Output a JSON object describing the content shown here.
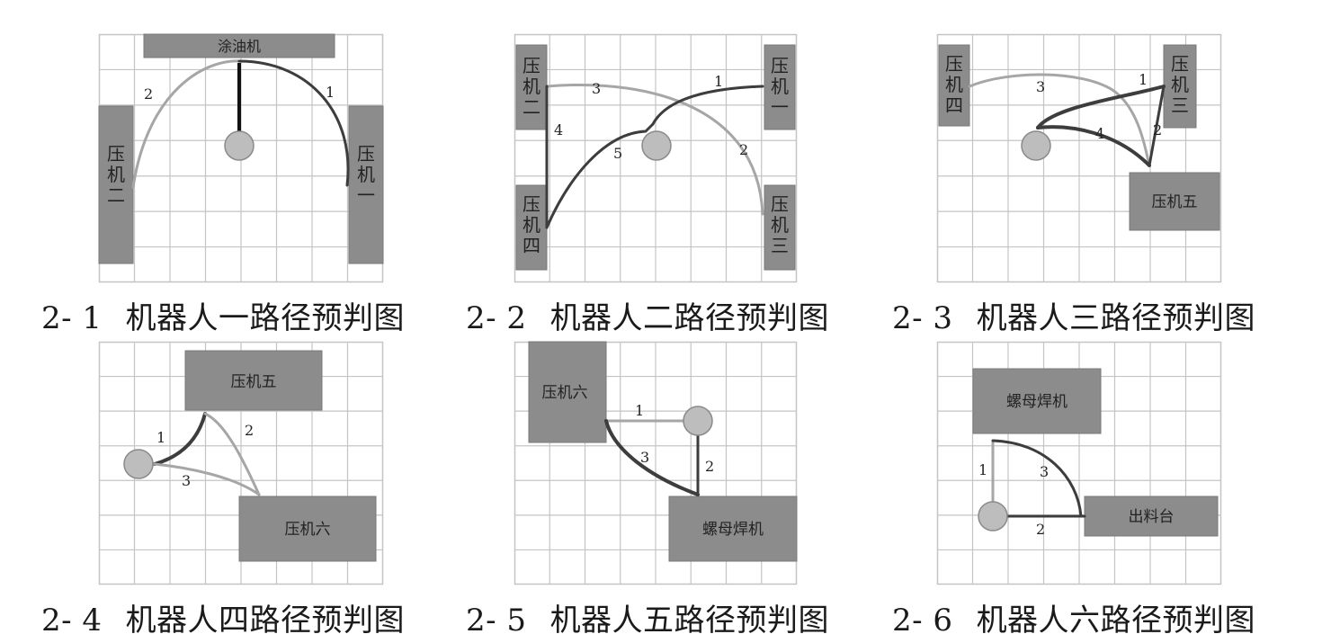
{
  "panels": [
    {
      "id": "2-1",
      "caption_num": "2- 1",
      "caption_text": "机器人一路径预判图",
      "machines": [
        {
          "label": "涂油机",
          "orient": "h",
          "color": "#8c8c8c"
        },
        {
          "label": "压机二",
          "orient": "v",
          "color": "#8c8c8c"
        },
        {
          "label": "压机一",
          "orient": "v",
          "color": "#8c8c8c"
        }
      ],
      "paths": [
        {
          "label": "1",
          "color": "#3d3d3d"
        },
        {
          "label": "2",
          "color": "#a6a6a6"
        }
      ]
    },
    {
      "id": "2-2",
      "caption_num": "2- 2",
      "caption_text": "机器人二路径预判图",
      "machines": [
        {
          "label": "压机二",
          "orient": "v",
          "color": "#8c8c8c"
        },
        {
          "label": "压机一",
          "orient": "v",
          "color": "#8c8c8c"
        },
        {
          "label": "压机四",
          "orient": "v",
          "color": "#8c8c8c"
        },
        {
          "label": "压机三",
          "orient": "v",
          "color": "#8c8c8c"
        }
      ],
      "paths": [
        {
          "label": "1",
          "color": "#3d3d3d"
        },
        {
          "label": "2",
          "color": "#a6a6a6"
        },
        {
          "label": "3",
          "color": "#a6a6a6"
        },
        {
          "label": "4",
          "color": "#3d3d3d"
        },
        {
          "label": "5",
          "color": "#3d3d3d"
        }
      ]
    },
    {
      "id": "2-3",
      "caption_num": "2- 3",
      "caption_text": "机器人三路径预判图",
      "machines": [
        {
          "label": "压机四",
          "orient": "v",
          "color": "#8c8c8c"
        },
        {
          "label": "压机三",
          "orient": "v",
          "color": "#8c8c8c"
        },
        {
          "label": "压机五",
          "orient": "h",
          "color": "#8c8c8c"
        }
      ],
      "paths": [
        {
          "label": "1",
          "color": "#3d3d3d"
        },
        {
          "label": "2",
          "color": "#a6a6a6"
        },
        {
          "label": "3",
          "color": "#a6a6a6"
        },
        {
          "label": "4",
          "color": "#3d3d3d"
        }
      ]
    },
    {
      "id": "2-4",
      "caption_num": "2- 4",
      "caption_text": "机器人四路径预判图",
      "machines": [
        {
          "label": "压机五",
          "orient": "h",
          "color": "#8c8c8c"
        },
        {
          "label": "压机六",
          "orient": "h",
          "color": "#8c8c8c"
        }
      ],
      "paths": [
        {
          "label": "1",
          "color": "#3d3d3d"
        },
        {
          "label": "2",
          "color": "#a6a6a6"
        },
        {
          "label": "3",
          "color": "#a6a6a6"
        }
      ]
    },
    {
      "id": "2-5",
      "caption_num": "2- 5",
      "caption_text": "机器人五路径预判图",
      "machines": [
        {
          "label": "压机六",
          "orient": "h",
          "color": "#8c8c8c"
        },
        {
          "label": "螺母焊机",
          "orient": "h",
          "color": "#8c8c8c"
        }
      ],
      "paths": [
        {
          "label": "1",
          "color": "#a6a6a6"
        },
        {
          "label": "2",
          "color": "#3d3d3d"
        },
        {
          "label": "3",
          "color": "#3d3d3d"
        }
      ]
    },
    {
      "id": "2-6",
      "caption_num": "2- 6",
      "caption_text": "机器人六路径预判图",
      "machines": [
        {
          "label": "螺母焊机",
          "orient": "h",
          "color": "#8c8c8c"
        },
        {
          "label": "出料台",
          "orient": "h",
          "color": "#8c8c8c"
        }
      ],
      "paths": [
        {
          "label": "1",
          "color": "#a6a6a6"
        },
        {
          "label": "2",
          "color": "#3d3d3d"
        },
        {
          "label": "3",
          "color": "#3d3d3d"
        }
      ]
    }
  ],
  "style": {
    "grid_color": "#c4c4c4",
    "robot_fill": "#bdbdbd",
    "robot_stroke": "#8a8a8a",
    "machine_text_color": "#222222"
  }
}
